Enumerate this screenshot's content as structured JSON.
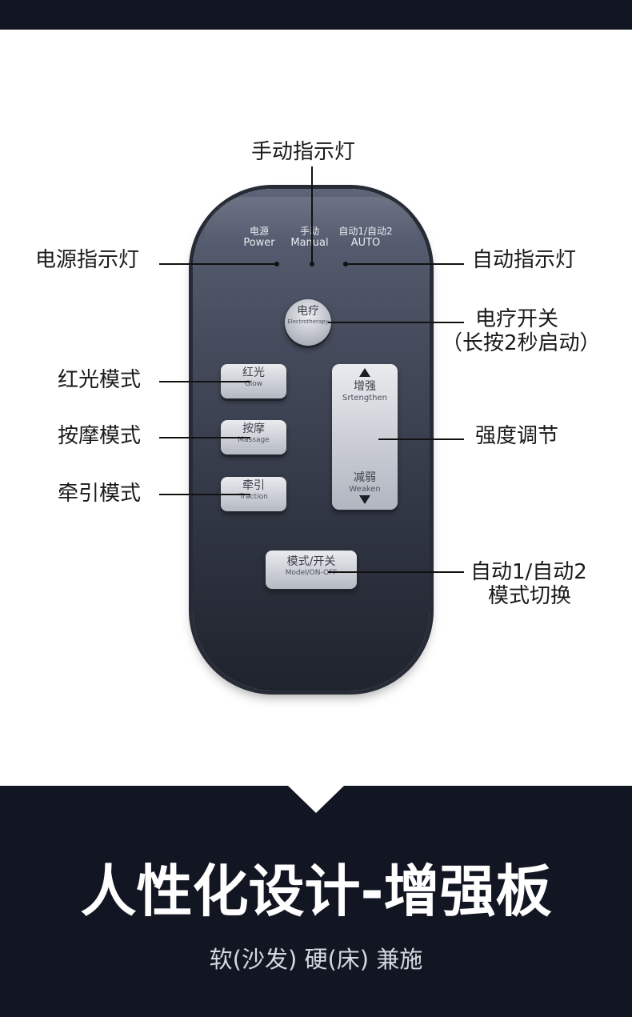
{
  "indicators": {
    "power": {
      "zh": "电源",
      "en": "Power"
    },
    "manual": {
      "zh": "手动",
      "en": "Manual"
    },
    "auto": {
      "zh": "自动1/自动2",
      "en": "AUTO"
    }
  },
  "buttons": {
    "electrotherapy": {
      "zh": "电疗",
      "en": "Electrotherapy"
    },
    "glow": {
      "zh": "红光",
      "en": "Glow"
    },
    "massage": {
      "zh": "按摩",
      "en": "Massage"
    },
    "traction": {
      "zh": "牵引",
      "en": "Traction"
    },
    "strengthen": {
      "zh": "增强",
      "en": "Srtengthen"
    },
    "weaken": {
      "zh": "减弱",
      "en": "Weaken"
    },
    "mode": {
      "zh": "模式/开关",
      "en": "Model/ON-OFF"
    }
  },
  "callouts": {
    "manual_indicator": "手动指示灯",
    "power_indicator": "电源指示灯",
    "auto_indicator": "自动指示灯",
    "electro_switch_line1": "电疗开关",
    "electro_switch_line2": "（长按2秒启动）",
    "glow_mode": "红光模式",
    "massage_mode": "按摩模式",
    "traction_mode": "牵引模式",
    "intensity": "强度调节",
    "mode_switch_line1": "自动1/自动2",
    "mode_switch_line2": "模式切换"
  },
  "footer": {
    "headline": "人性化设计-增强板",
    "subline": "软(沙发) 硬(床) 兼施"
  },
  "colors": {
    "dark_band": "#111622",
    "remote_body": "#3a3f4e",
    "button_face": "#d4d7dd"
  }
}
